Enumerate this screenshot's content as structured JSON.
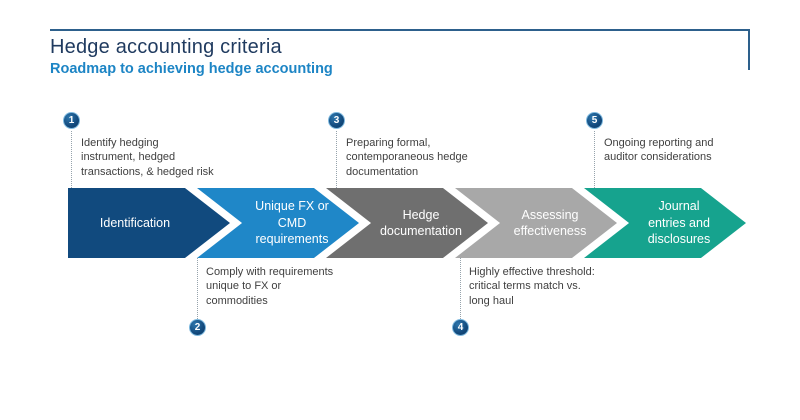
{
  "header": {
    "title": "Hedge accounting criteria",
    "subtitle": "Roadmap to achieving hedge accounting",
    "title_color": "#1f3a5f",
    "subtitle_color": "#1d85c5",
    "rule_color": "#2d608c"
  },
  "process": {
    "steps": [
      {
        "number": "1",
        "label": "Identification",
        "color": "#114a7e",
        "note": "Identify hedging\ninstrument, hedged\ntransactions, & hedged risk"
      },
      {
        "number": "2",
        "label": "Unique FX or\nCMD\nrequirements",
        "color": "#1f87c8",
        "note": "Comply with requirements\nunique to FX or\ncommodities"
      },
      {
        "number": "3",
        "label": "Hedge\ndocumentation",
        "color": "#6f6f6f",
        "note": "Preparing formal,\ncontemporaneous hedge\ndocumentation"
      },
      {
        "number": "4",
        "label": "Assessing\neffectiveness",
        "color": "#a8a8a8",
        "note": "Highly effective threshold:\ncritical terms match vs.\nlong haul"
      },
      {
        "number": "5",
        "label": "Journal\nentries and\ndisclosures",
        "color": "#16a38e",
        "note": "Ongoing reporting and\nauditor considerations"
      }
    ]
  }
}
